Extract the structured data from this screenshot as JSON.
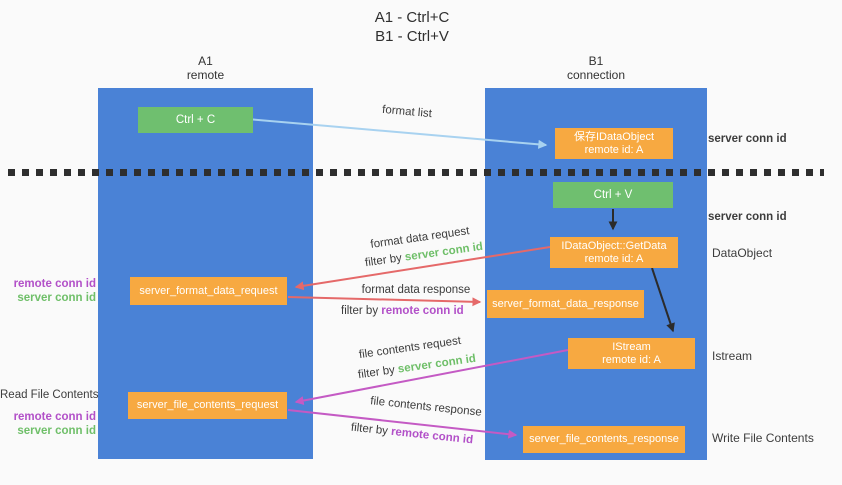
{
  "title": {
    "line1": "A1 - Ctrl+C",
    "line2": "B1 - Ctrl+V"
  },
  "lanes": {
    "a1": {
      "name": "A1",
      "role": "remote"
    },
    "b1": {
      "name": "B1",
      "role": "connection"
    }
  },
  "nodes": {
    "ctrl_c": {
      "label": "Ctrl + C"
    },
    "ctrl_v": {
      "label": "Ctrl + V"
    },
    "save_dataobject": {
      "line1": "保存IDataObject",
      "line2": "remote id: A"
    },
    "getdata": {
      "line1": "IDataObject::GetData",
      "line2": "remote id: A"
    },
    "istream": {
      "line1": "IStream",
      "line2": "remote id: A"
    },
    "format_request": {
      "label": "server_format_data_request"
    },
    "format_response": {
      "label": "server_format_data_response"
    },
    "file_request": {
      "label": "server_file_contents_request"
    },
    "file_response": {
      "label": "server_file_contents_response"
    }
  },
  "edge_labels": {
    "format_list": "format list",
    "format_data_request": "format data request",
    "format_data_response": "format data response",
    "file_contents_request": "file contents request",
    "file_contents_response": "file contents response",
    "filter_prefix": "filter by ",
    "server_conn_id": "server conn id",
    "remote_conn_id": "remote conn id"
  },
  "side_labels": {
    "right_server_conn_top": "server conn id",
    "right_server_conn_mid": "server conn id",
    "dataobject": "DataObject",
    "istream": "Istream",
    "write_file_contents": "Write File Contents",
    "read_file_contents": "Read File Contents",
    "left_remote_conn_1": "remote conn id",
    "left_server_conn_1": "server conn id",
    "left_remote_conn_2": "remote conn id",
    "left_server_conn_2": "server conn id"
  },
  "colors": {
    "lane_blue": "#4a82d6",
    "box_green": "#6fbf6f",
    "box_orange": "#f7a941",
    "text_green": "#6fbf69",
    "text_purple": "#b250c8",
    "arrow_light_blue": "#a8d2f0",
    "arrow_red": "#e56969",
    "arrow_magenta": "#c45ac4",
    "arrow_black": "#2b2b2b"
  }
}
